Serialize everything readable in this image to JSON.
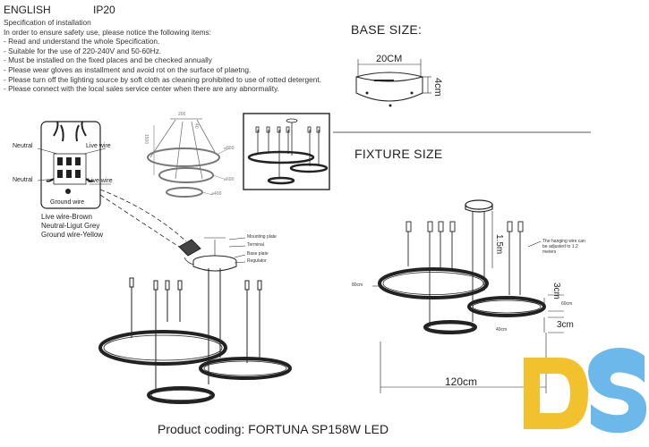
{
  "header": {
    "language": "ENGLISH",
    "ip_rating": "IP20"
  },
  "spec": {
    "title": "Specification of installation",
    "lines": [
      "In order to ensure safety use, please notice the following items:",
      "- Read and understand the whole Specification.",
      "- Suitable for the use of 220-240V and 50-60Hz.",
      "- Must be installed on the fixed places and be checked annually",
      "- Please wear gloves as installment and avoid rot on the surface of plaetng.",
      "- Please turn off the lighting source by soft cloth as cleaning prohibited to use of rotted detergent.",
      "- Please connect with the local sales service center when there are any abnormality."
    ]
  },
  "base": {
    "title": "BASE SIZE:",
    "width": "20CM",
    "height": "4cm"
  },
  "wiring": {
    "neutral_top": "Neutral",
    "live_top": "Live wire",
    "neutral_mid": "Neutral",
    "live_mid": "Live wire",
    "ground": "Ground wire",
    "legend": [
      "Live wire-Brown",
      "Neutral-Ligut Grey",
      "Ground wire-Yellow"
    ]
  },
  "parts": {
    "mounting": "Mounting plate",
    "terminal": "Terminal",
    "base": "Base plate",
    "regulator": "Regulator"
  },
  "small_dims": {
    "d200": "200",
    "d1500": "1500",
    "d800": "⌀800",
    "d600": "⌀600",
    "d400": "⌀400",
    "d40": "40"
  },
  "fixture": {
    "title": "FIXTURE SIZE",
    "d80": "80cm",
    "d60": "60cm",
    "d40": "40cm",
    "h15": "1.5m",
    "g3a": "3cm",
    "g3b": "3cm",
    "w120": "120cm",
    "note": [
      "The hanging wire can",
      "be adjusted to 1.2",
      "meters"
    ]
  },
  "footer": {
    "coding": "Product coding: FORTUNA SP158W LED"
  },
  "logo": {
    "text": "DS",
    "colors": {
      "d": "#f2c12e",
      "s": "#6db8ea"
    }
  }
}
